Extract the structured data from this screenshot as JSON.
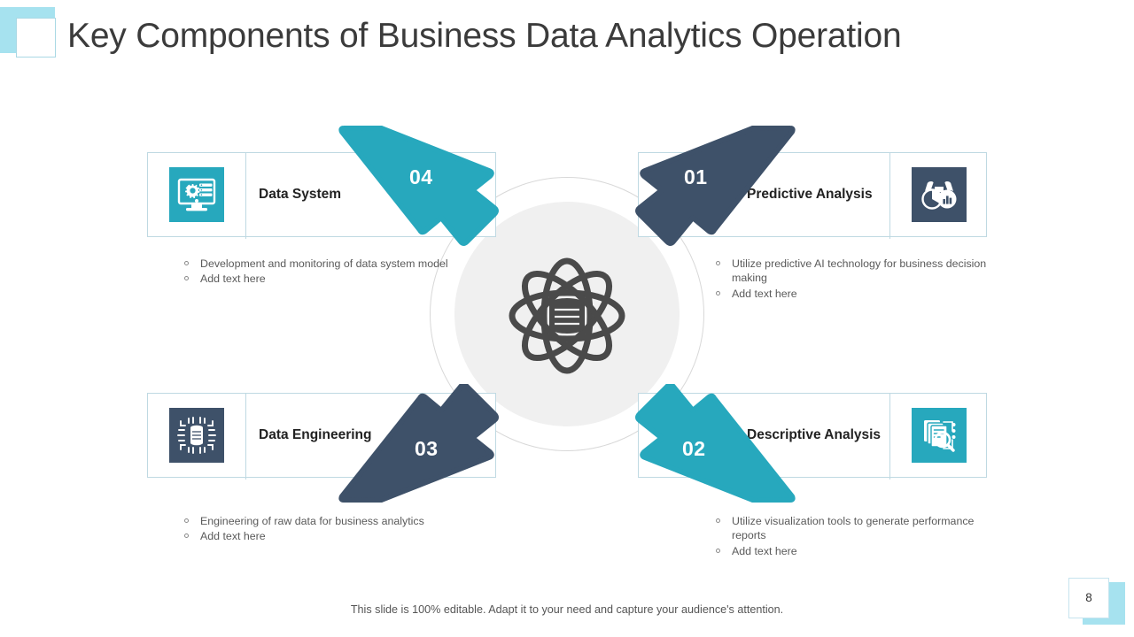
{
  "header": {
    "title": "Key Components of Business Data Analytics Operation",
    "accent_color": "#a6e2ef"
  },
  "theme": {
    "teal": "#27a8bd",
    "teal_shadow": "#1b7e8f",
    "navy": "#3e5169",
    "navy_shadow": "#2c3b4d",
    "frame_border": "#bfd9e2",
    "center_disc": "#f0f0f0",
    "center_ring": "#d8d8d8",
    "icon_gray": "#4a4a4a"
  },
  "center": {
    "icon": "atom-database-icon"
  },
  "panels": [
    {
      "id": "predictive-analysis",
      "number": "01",
      "label": "Predictive Analysis",
      "color": "navy",
      "icon": "binoculars-chart-icon",
      "position": "top-right",
      "bullets": [
        "Utilize predictive AI technology for business decision making",
        "Add text here"
      ]
    },
    {
      "id": "descriptive-analysis",
      "number": "02",
      "label": "Descriptive Analysis",
      "color": "teal",
      "icon": "document-search-icon",
      "position": "bottom-right",
      "bullets": [
        "Utilize visualization tools to generate performance reports",
        "Add text here"
      ]
    },
    {
      "id": "data-engineering",
      "number": "03",
      "label": "Data Engineering",
      "color": "navy",
      "icon": "chip-database-icon",
      "position": "bottom-left",
      "bullets": [
        "Engineering of raw data for business analytics",
        "Add text here"
      ]
    },
    {
      "id": "data-system",
      "number": "04",
      "label": "Data System",
      "color": "teal",
      "icon": "monitor-gear-icon",
      "position": "top-left",
      "bullets": [
        "Development and monitoring of data system model",
        "Add text here"
      ]
    }
  ],
  "footer": {
    "note": "This slide is 100% editable. Adapt it to your need and capture your audience's attention.",
    "page_number": "8"
  }
}
